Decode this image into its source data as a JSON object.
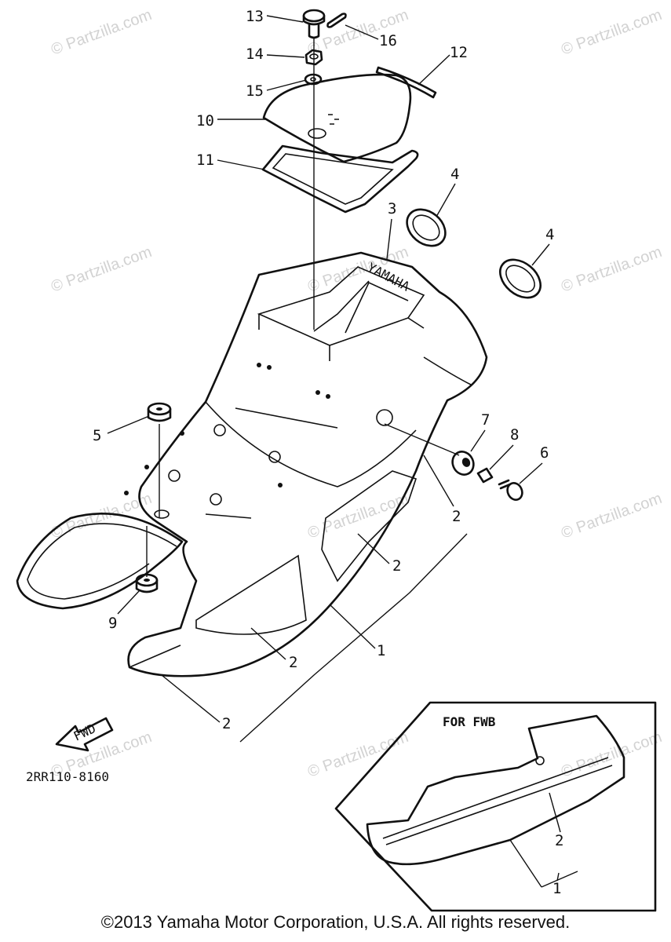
{
  "callouts": {
    "c1a": "1",
    "c1b": "1",
    "c2a": "2",
    "c2b": "2",
    "c2c": "2",
    "c2d": "2",
    "c2e": "2",
    "c3": "3",
    "c4a": "4",
    "c4b": "4",
    "c5": "5",
    "c6": "6",
    "c7": "7",
    "c8": "8",
    "c9": "9",
    "c10": "10",
    "c11": "11",
    "c12": "12",
    "c13": "13",
    "c14": "14",
    "c15": "15",
    "c16": "16"
  },
  "watermark": "© Partzilla.com",
  "hood_text": "YAMAHA",
  "fwd_label": "FWD",
  "drawing_code": "2RR110-8160",
  "inset": {
    "title": "FOR FWB"
  },
  "copyright": "©2013 Yamaha Motor Corporation, U.S.A. All rights reserved."
}
